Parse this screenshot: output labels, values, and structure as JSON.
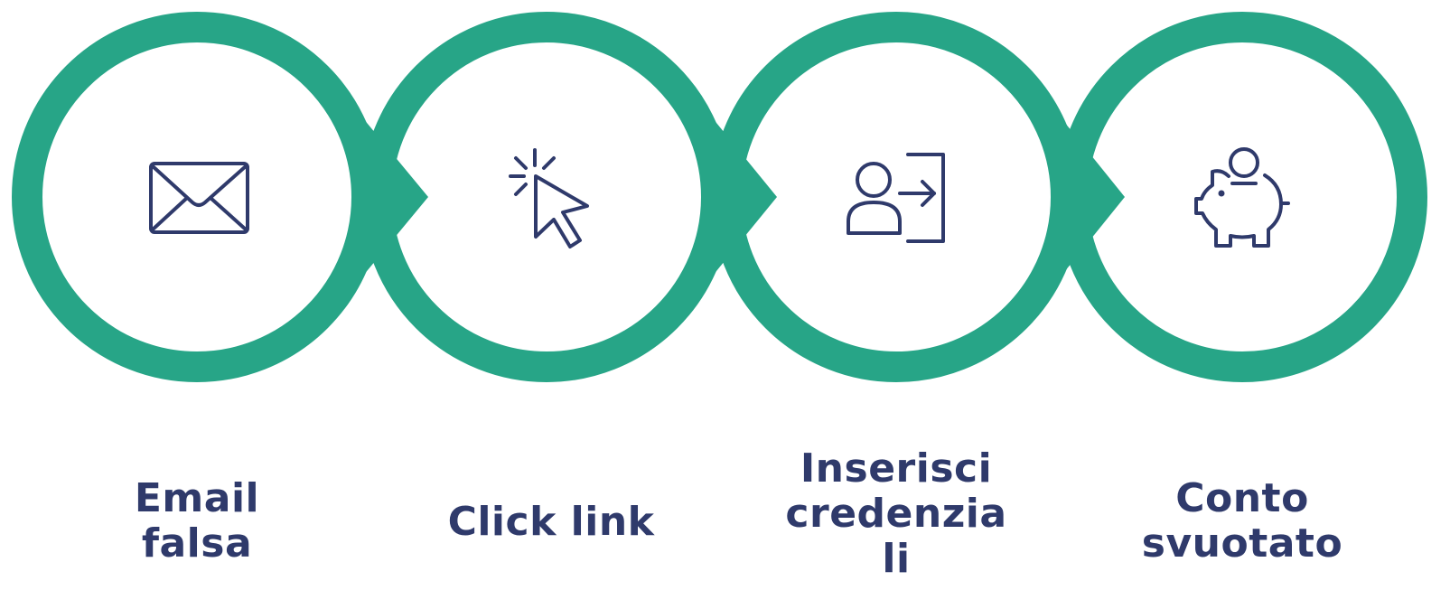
{
  "colors": {
    "ring": "#27a587",
    "icon_stroke": "#2f3a6b",
    "label": "#2f3a6b",
    "background": "#ffffff"
  },
  "steps": [
    {
      "icon": "envelope-icon",
      "label_lines": [
        "Email",
        "falsa"
      ]
    },
    {
      "icon": "cursor-click-icon",
      "label_lines": [
        "Click link"
      ]
    },
    {
      "icon": "user-login-icon",
      "label_lines": [
        "Inserisci",
        "credenzia",
        "li"
      ]
    },
    {
      "icon": "piggy-bank-icon",
      "label_lines": [
        "Conto",
        "svuotato"
      ]
    }
  ]
}
